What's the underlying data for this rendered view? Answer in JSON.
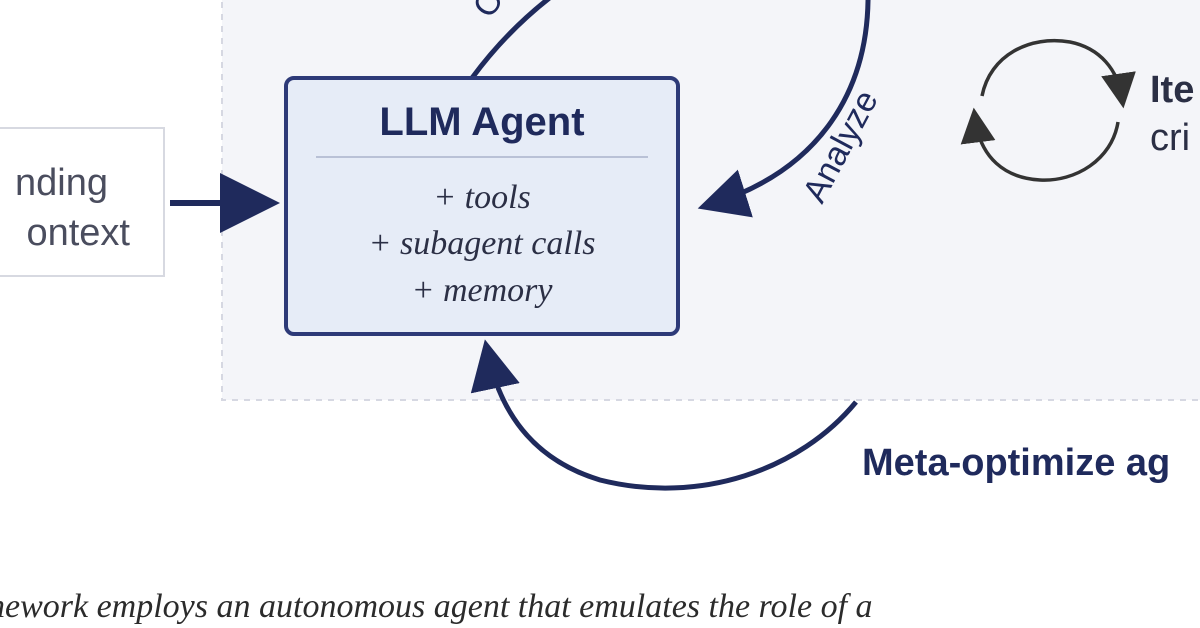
{
  "agent_box": {
    "title": "LLM Agent",
    "items": [
      "+ tools",
      "+ subagent calls",
      "+ memory"
    ]
  },
  "context_box": {
    "lines": [
      "nding",
      "ontext"
    ]
  },
  "arrows": {
    "top_left_label": "Cr",
    "analyze_label": "Analyze",
    "meta_label": "Meta-optimize ag"
  },
  "iterate": {
    "line1": "Ite",
    "line2": "cri"
  },
  "caption": "nework employs an autonomous agent that emulates the role of a",
  "colors": {
    "navy": "#1f2a5c",
    "agent_fill": "#e6ecf7",
    "agent_border": "#2d3a78",
    "panel": "#f4f5f9",
    "panel_border": "#d6d8e2"
  }
}
